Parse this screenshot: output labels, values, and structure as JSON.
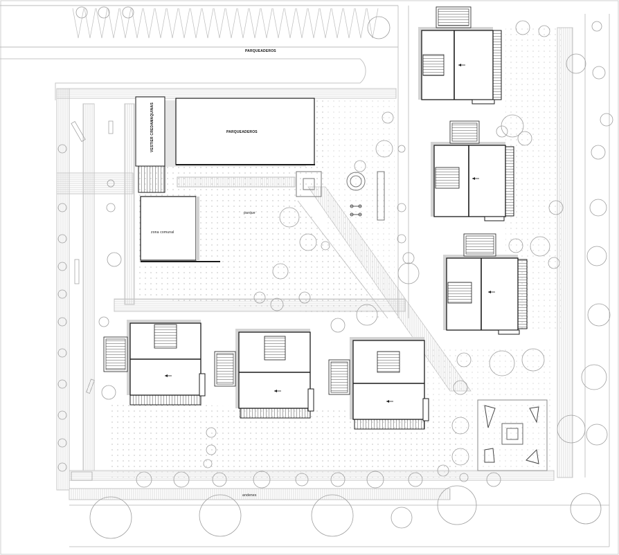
{
  "labels": {
    "top_parking": "PARQUEADEROS",
    "machine_room": "VESTIER CREDAMAQUINAS",
    "parking": "PARQUEADEROS",
    "park": "parque",
    "community": "zona comunal",
    "sidewalk": "andenes"
  },
  "colors": {
    "line": "#1a1a1a",
    "light_line": "#b8b8b8",
    "shadow": "#d0d0d0",
    "dots": "#9a9a9a"
  }
}
